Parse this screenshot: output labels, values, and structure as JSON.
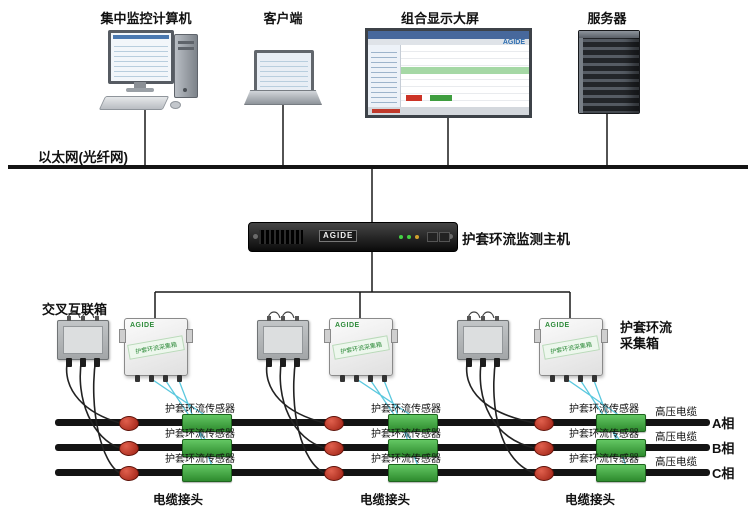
{
  "top_devices": [
    {
      "label": "集中监控计算机"
    },
    {
      "label": "客户端"
    },
    {
      "label": "组合显示大屏"
    },
    {
      "label": "服务器"
    }
  ],
  "display": {
    "brand": "AGIDE"
  },
  "network": {
    "label": "以太网(光纤网)"
  },
  "host": {
    "brand": "AGIDE",
    "label": "护套环流监测主机"
  },
  "cross_box": {
    "label": "交叉互联箱"
  },
  "collector": {
    "brand": "AGIDE",
    "strip_text": "护套环流采集箱",
    "side_label_line1": "护套环流",
    "side_label_line2": "采集箱"
  },
  "labels": {
    "sensor": "护套环流传感器",
    "hv_cable": "高压电缆",
    "joint": "电缆接头"
  },
  "phases": [
    {
      "label": "A相"
    },
    {
      "label": "B相"
    },
    {
      "label": "C相"
    }
  ],
  "colors": {
    "sensor_green": "#2e8b2e",
    "joint_red": "#9c1f12",
    "wire_cyan": "#5bc8de",
    "cable_black": "#141414",
    "brand_green": "#2e8b3a"
  }
}
